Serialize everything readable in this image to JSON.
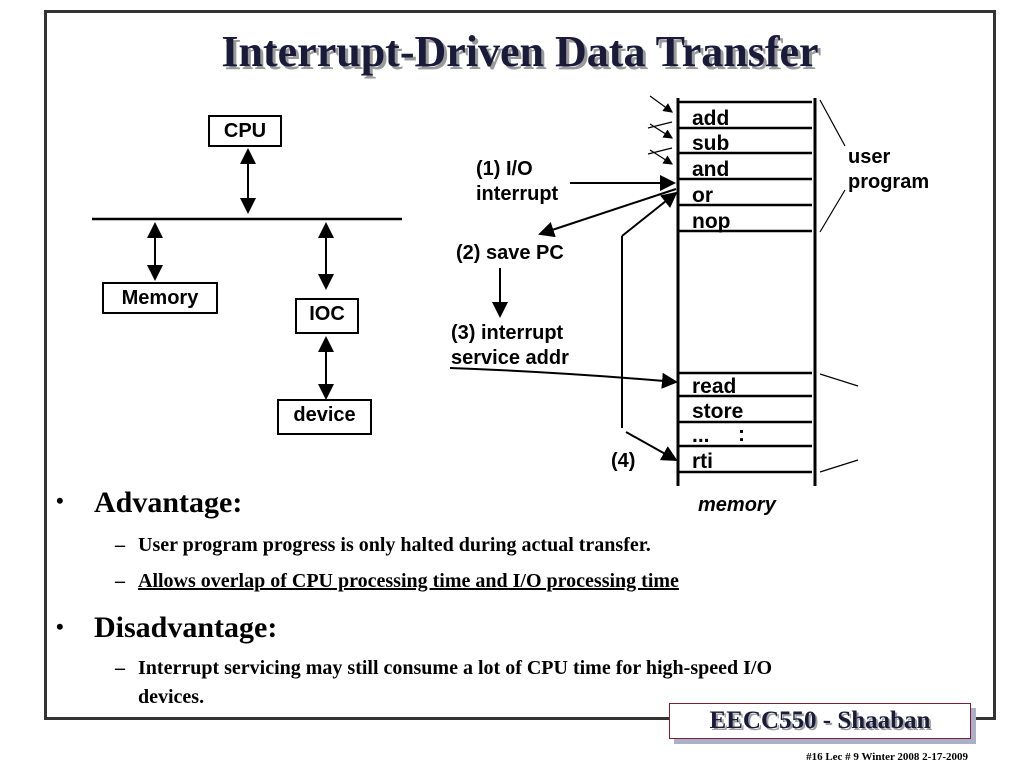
{
  "slide": {
    "title": "Interrupt-Driven Data Transfer",
    "badge": "EECC550 - Shaaban",
    "footer": "#16   Lec # 9   Winter 2008  2-17-2009"
  },
  "diagram": {
    "cpu": "CPU",
    "memory": "Memory",
    "ioc": "IOC",
    "device": "device",
    "step1_line1": "(1) I/O",
    "step1_line2": "interrupt",
    "step2": "(2) save PC",
    "step3_line1": "(3) interrupt",
    "step3_line2": "service addr",
    "step4": "(4)",
    "user_program_line1": "user",
    "user_program_line2": "program",
    "memory_caption": "memory",
    "instructions_user": [
      "add",
      "sub",
      "and",
      "or",
      "nop"
    ],
    "instructions_isr": [
      "read",
      "store",
      "...",
      "rti"
    ],
    "isr_colon": ":"
  },
  "bullets": [
    {
      "heading": "Advantage:",
      "items": [
        {
          "text": "User program progress is only halted during actual transfer.",
          "underline": false
        },
        {
          "text": "Allows overlap of CPU processing time and I/O processing time",
          "underline": true
        }
      ]
    },
    {
      "heading": "Disadvantage:",
      "items": [
        {
          "text": "Interrupt servicing may still consume a lot of CPU time for high-speed I/O",
          "underline": false
        },
        {
          "text": "devices.",
          "underline": false
        }
      ]
    }
  ]
}
